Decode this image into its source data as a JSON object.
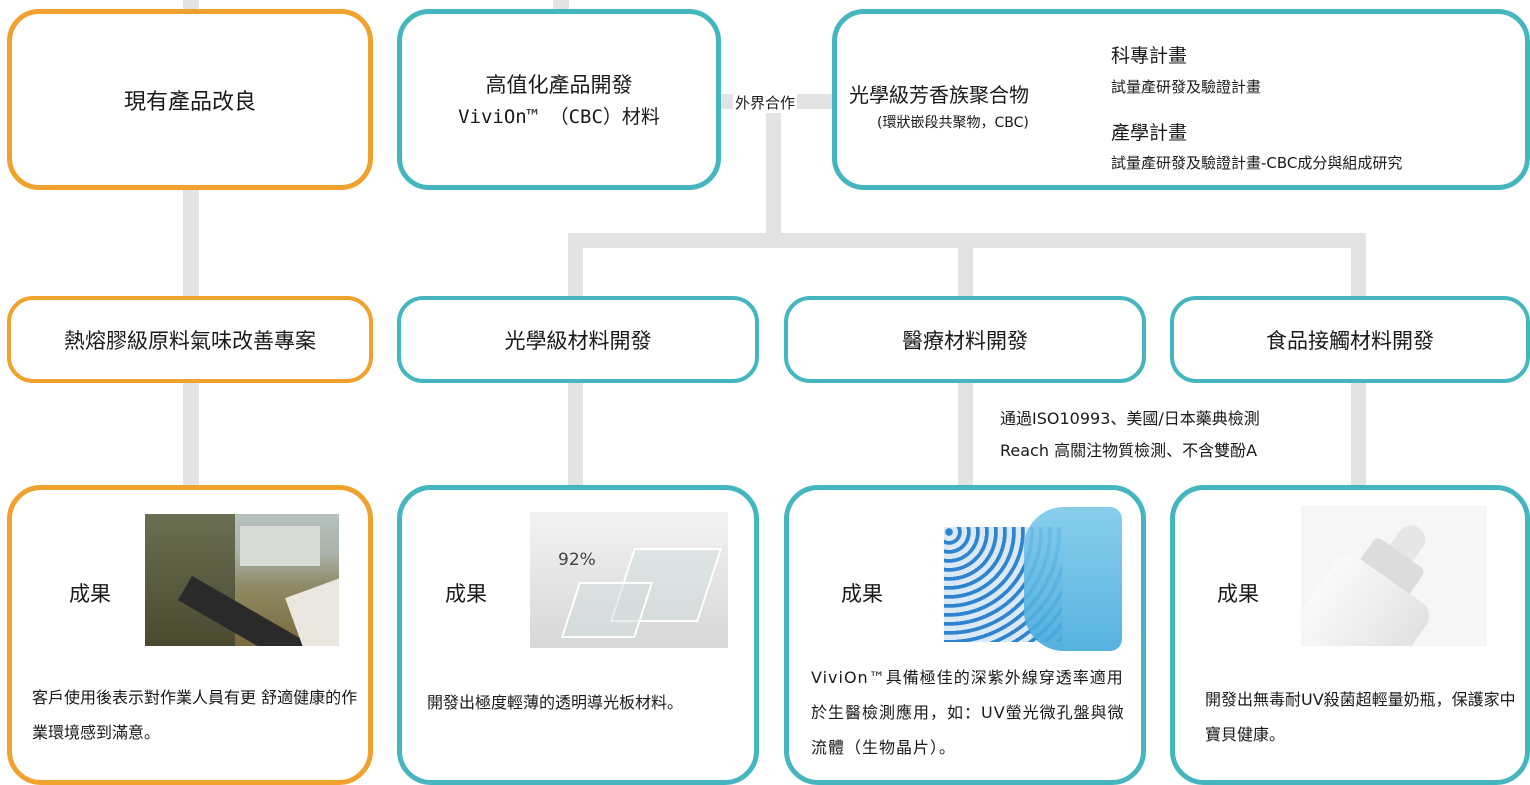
{
  "top": {
    "improve": "現有產品改良",
    "highvalue_title": "高值化產品開發",
    "highvalue_sub": "ViviOn™ （CBC）材料",
    "cooperation": "外界合作",
    "optical_polymer": "光學級芳香族聚合物",
    "optical_polymer_sub": "(環狀嵌段共聚物，CBC)",
    "tech_plan": "科專計畫",
    "tech_plan_sub": "試量產研發及驗證計畫",
    "ind_plan": "產學計畫",
    "ind_plan_sub": "試量產研發及驗證計畫-CBC成分與組成研究"
  },
  "projects": {
    "hotmelt": "熱熔膠級原料氣味改善專案",
    "optical": "光學級材料開發",
    "medical": "醫療材料開發",
    "food": "食品接觸材料開發"
  },
  "medical_note": {
    "line1": "通過ISO10993、美國/日本藥典檢測",
    "line2": "Reach 高關注物質檢測、不含雙酚A"
  },
  "results": [
    {
      "label": "成果",
      "text": "客戶使用後表示對作業人員有更 舒適健康的作業環境感到滿意。"
    },
    {
      "label": "成果",
      "text": "開發出極度輕薄的透明導光板材料。"
    },
    {
      "label": "成果",
      "text": "ViviOn™具備極佳的深紫外線穿透率適用於生醫檢測應用，如：UV螢光微孔盤與微流體（生物晶片）。"
    },
    {
      "label": "成果",
      "text": "開發出無毒耐UV殺菌超輕量奶瓶，保護家中寶貝健康。"
    }
  ],
  "images": {
    "glass_label": "92%"
  },
  "colors": {
    "orange": "#f0a22e",
    "teal": "#45b6bf",
    "connector": "#e3e3e3"
  }
}
